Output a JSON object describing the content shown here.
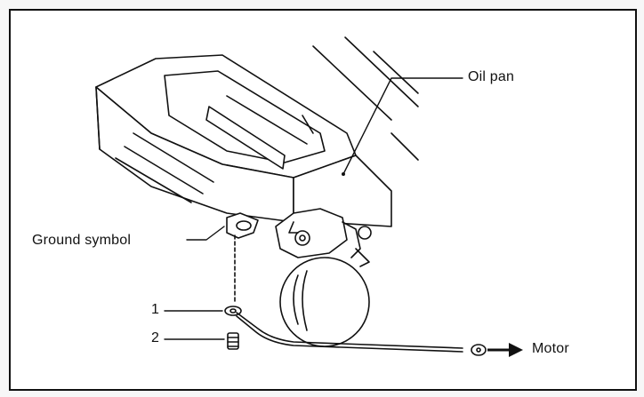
{
  "labels": {
    "oil_pan": "Oil pan",
    "ground_symbol": "Ground symbol",
    "part_1": "1",
    "part_2": "2",
    "motor": "Motor"
  },
  "colors": {
    "ink": "#111111",
    "paper": "#ffffff"
  }
}
